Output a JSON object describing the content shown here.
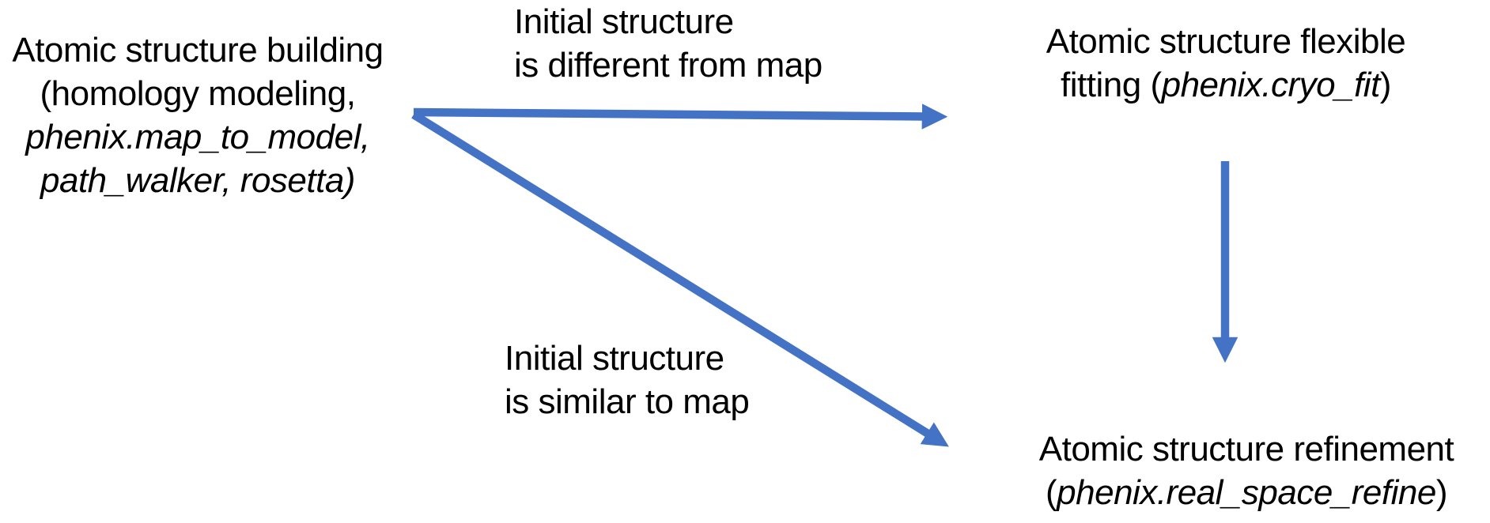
{
  "diagram": {
    "background_color": "#ffffff",
    "text_color": "#000000",
    "arrow_color": "#4472C4",
    "nodes": {
      "building": {
        "lines": [
          {
            "segments": [
              {
                "text": "Atomic structure building",
                "italic": false
              }
            ]
          },
          {
            "segments": [
              {
                "text": "(homology modeling,",
                "italic": false
              }
            ]
          },
          {
            "segments": [
              {
                "text": "phenix.map_to_model,",
                "italic": true
              }
            ]
          },
          {
            "segments": [
              {
                "text": "path_walker, rosetta)",
                "italic": true
              }
            ]
          }
        ]
      },
      "flexible_fitting": {
        "lines": [
          {
            "segments": [
              {
                "text": "Atomic structure flexible",
                "italic": false
              }
            ]
          },
          {
            "segments": [
              {
                "text": "fitting (",
                "italic": false
              },
              {
                "text": "phenix.cryo_fit",
                "italic": true
              },
              {
                "text": ")",
                "italic": false
              }
            ]
          }
        ]
      },
      "refinement": {
        "lines": [
          {
            "segments": [
              {
                "text": "Atomic structure refinement",
                "italic": false
              }
            ]
          },
          {
            "segments": [
              {
                "text": "(",
                "italic": false
              },
              {
                "text": "phenix.real_space_refine",
                "italic": true
              },
              {
                "text": ")",
                "italic": false
              }
            ]
          }
        ]
      }
    },
    "edge_labels": {
      "different": {
        "lines": [
          "Initial structure",
          "is different from map"
        ]
      },
      "similar": {
        "lines": [
          "Initial structure",
          "is similar to map"
        ]
      }
    },
    "arrows": [
      {
        "id": "building-to-flexible-fitting",
        "from": "building",
        "to": "flexible_fitting",
        "condition": "Initial structure is different from map"
      },
      {
        "id": "building-to-refinement",
        "from": "building",
        "to": "refinement",
        "condition": "Initial structure is similar to map"
      },
      {
        "id": "flexible-fitting-to-refinement",
        "from": "flexible_fitting",
        "to": "refinement",
        "condition": ""
      }
    ]
  }
}
